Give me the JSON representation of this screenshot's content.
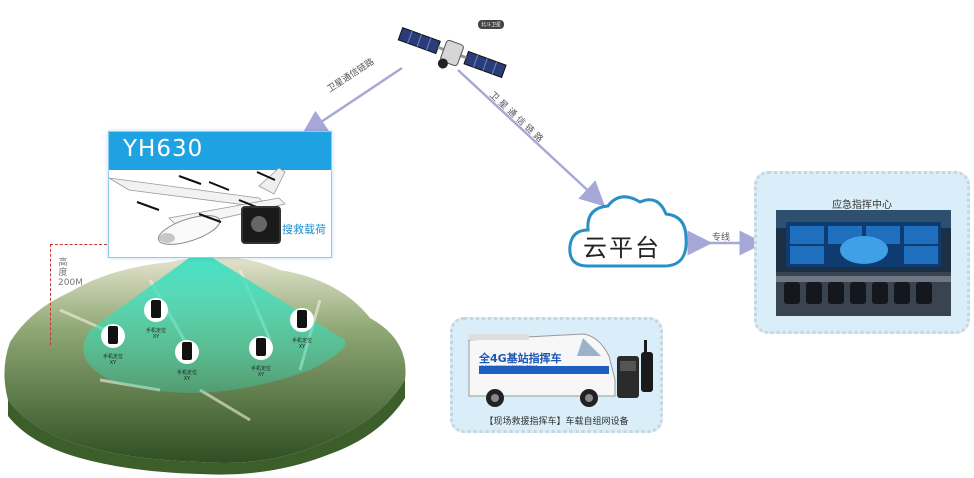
{
  "satellite": {
    "tag": "北斗卫星"
  },
  "links": {
    "sat_to_drone": "卫星通信链路",
    "sat_to_cloud": "卫星通信链路",
    "dedicated_line": "专线"
  },
  "drone": {
    "model": "YH630",
    "payload": "搜救载荷"
  },
  "terrain": {
    "altitude": "高度200M",
    "phones": [
      {
        "line1": "手机定位",
        "line2": "XY"
      },
      {
        "line1": "手机定位",
        "line2": "XY"
      },
      {
        "line1": "手机定位",
        "line2": "XY"
      },
      {
        "line1": "手机定位",
        "line2": "XY"
      },
      {
        "line1": "手机定位",
        "line2": "XY"
      }
    ]
  },
  "cloud": {
    "label": "云平台"
  },
  "command_center": {
    "title": "应急指挥中心"
  },
  "vehicle": {
    "label": "【现场救援指挥车】车载自组网设备",
    "van_text": "全4G基站指挥车",
    "van_sub": "AIR BASE STATION COMMAND VEHICLE"
  },
  "colors": {
    "accent": "#1fa2e1",
    "link": "#a8a8d8",
    "panel": "#d9eef9",
    "beam": "#2fe0c0"
  }
}
